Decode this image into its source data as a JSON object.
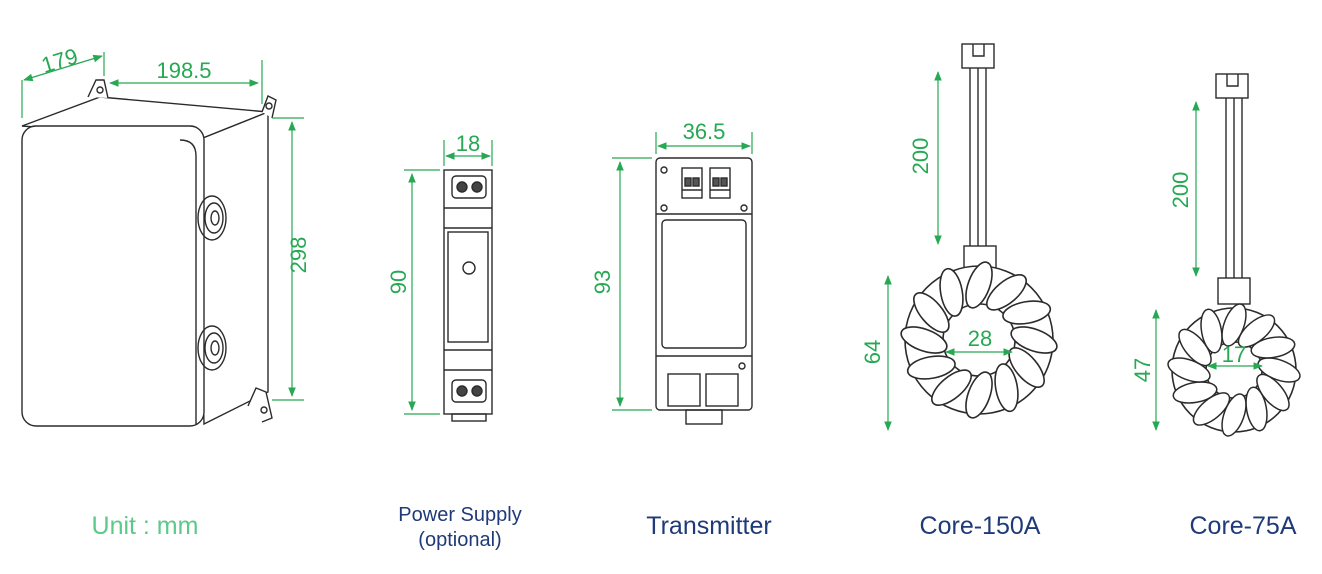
{
  "colors": {
    "dimension": "#27a853",
    "caption": "#1f3a78",
    "unit_caption": "#5cc88a",
    "outline": "#2b2b2b"
  },
  "enclosure": {
    "dim_depth": "179",
    "dim_width": "198.5",
    "dim_height": "298"
  },
  "power_supply": {
    "dim_width": "18",
    "dim_height": "90",
    "caption_line1": "Power Supply",
    "caption_line2": "(optional)"
  },
  "transmitter": {
    "dim_width": "36.5",
    "dim_height": "93",
    "caption": "Transmitter"
  },
  "core_150a": {
    "dim_lead": "200",
    "dim_outer": "64",
    "dim_inner": "28",
    "caption": "Core-150A"
  },
  "core_75a": {
    "dim_lead": "200",
    "dim_outer": "47",
    "dim_inner": "17",
    "caption": "Core-75A"
  },
  "unit_label": "Unit : mm"
}
